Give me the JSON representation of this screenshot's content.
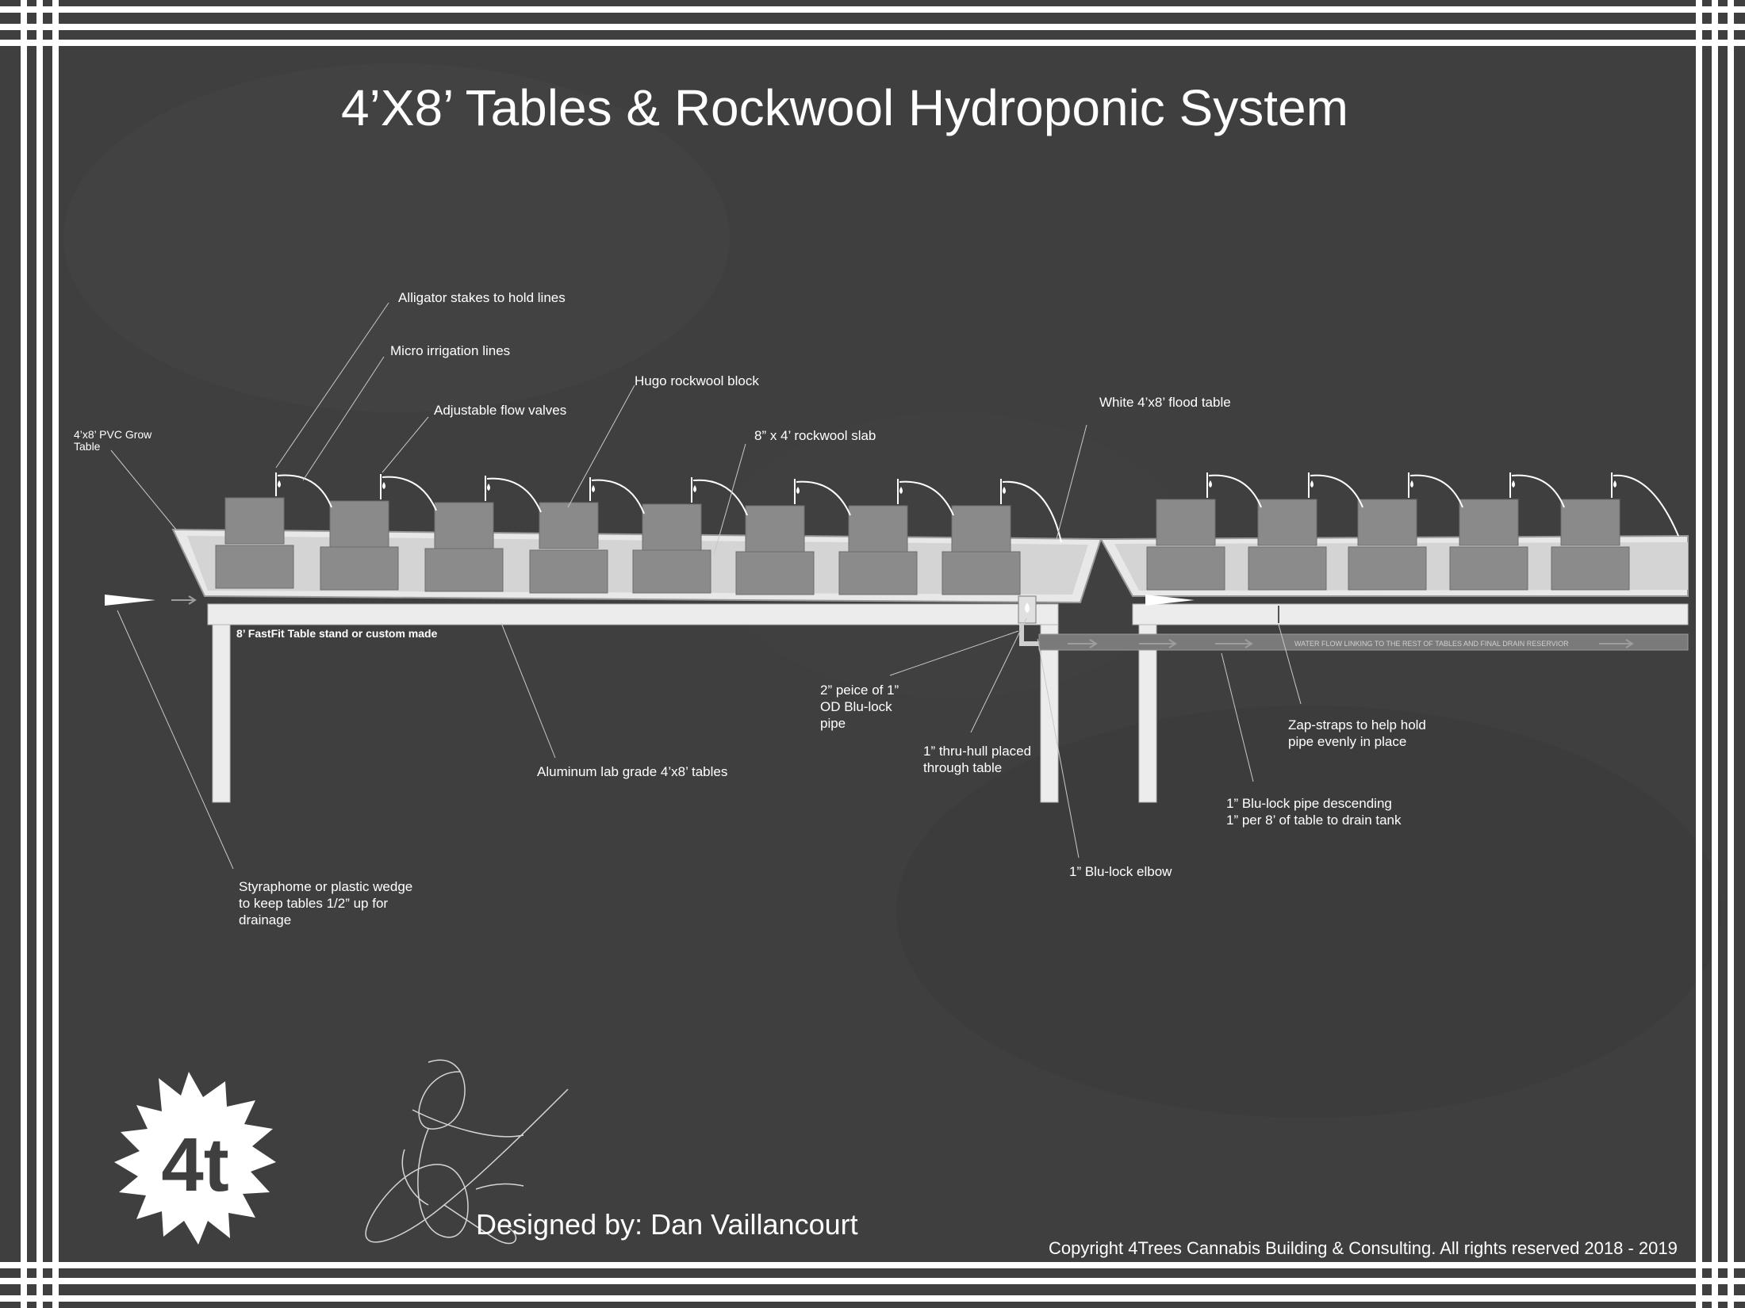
{
  "title": "4’X8’ Tables & Rockwool Hydroponic System",
  "callouts": {
    "alligator_stakes": "Alligator stakes to hold lines",
    "micro_irrigation": "Micro irrigation lines",
    "hugo_block": "Hugo rockwool block",
    "flow_valves": "Adjustable flow valves",
    "rockwool_slab": "8” x 4’ rockwool slab",
    "flood_table": "White 4’x8’ flood table",
    "pvc_table_line1": "4’x8’ PVC Grow",
    "pvc_table_line2": "Table",
    "stand": "8’ FastFit Table stand or custom made",
    "flow_text": "WATER FLOW LINKING TO THE REST OF TABLES AND FINAL DRAIN RESERVIOR",
    "piece_line1": "2” peice of 1”",
    "piece_line2": "OD Blu-lock",
    "piece_line3": "pipe",
    "thruhull_line1": "1” thru-hull placed",
    "thruhull_line2": "through table",
    "zap_line1": "Zap-straps to help hold",
    "zap_line2": "pipe evenly in place",
    "aluminum": "Aluminum lab grade 4’x8’ tables",
    "pipe_desc_line1": "1” Blu-lock pipe descending",
    "pipe_desc_line2": "1” per 8’ of table to drain tank",
    "elbow": "1” Blu-lock elbow",
    "wedge_line1": "Styraphome or plastic wedge",
    "wedge_line2": "to keep tables 1/2” up for",
    "wedge_line3": "drainage"
  },
  "logo": {
    "text": "4t"
  },
  "signature_credit": "Designed by: Dan Vaillancourt",
  "copyright": "Copyright 4Trees Cannabis Building & Consulting. All rights reserved 2018 - 2019",
  "colors": {
    "background": "#3f3f3f",
    "frame": "#ffffff",
    "block": "#8b8b8b",
    "tray": "#e8e8e8"
  }
}
